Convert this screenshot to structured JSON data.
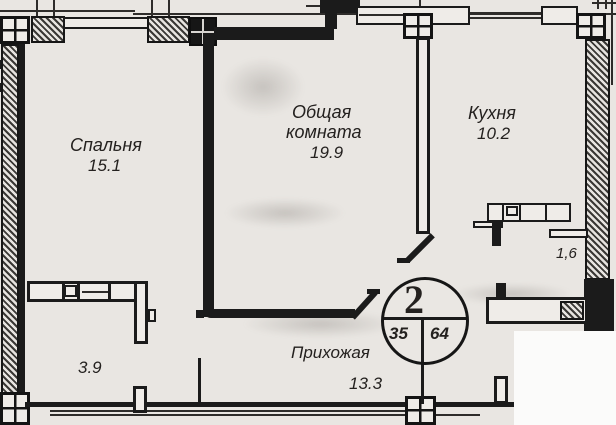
{
  "colors": {
    "ink": "#1b1b1b",
    "paper": "#e9e6e2",
    "outside": "#fbfbfa"
  },
  "rooms": {
    "bedroom": {
      "name": "Спальня",
      "area": "15.1"
    },
    "living": {
      "name_line1": "Общая",
      "name_line2": "комната",
      "area": "19.9"
    },
    "kitchen": {
      "name": "Кухня",
      "area": "10.2"
    },
    "hall": {
      "name": "Прихожая",
      "area": "13.3"
    },
    "bath": {
      "area": "3.9"
    },
    "loggia": {
      "area": "1,6"
    }
  },
  "stamp": {
    "rooms_count": "2",
    "area_living": "35",
    "area_total": "64"
  }
}
